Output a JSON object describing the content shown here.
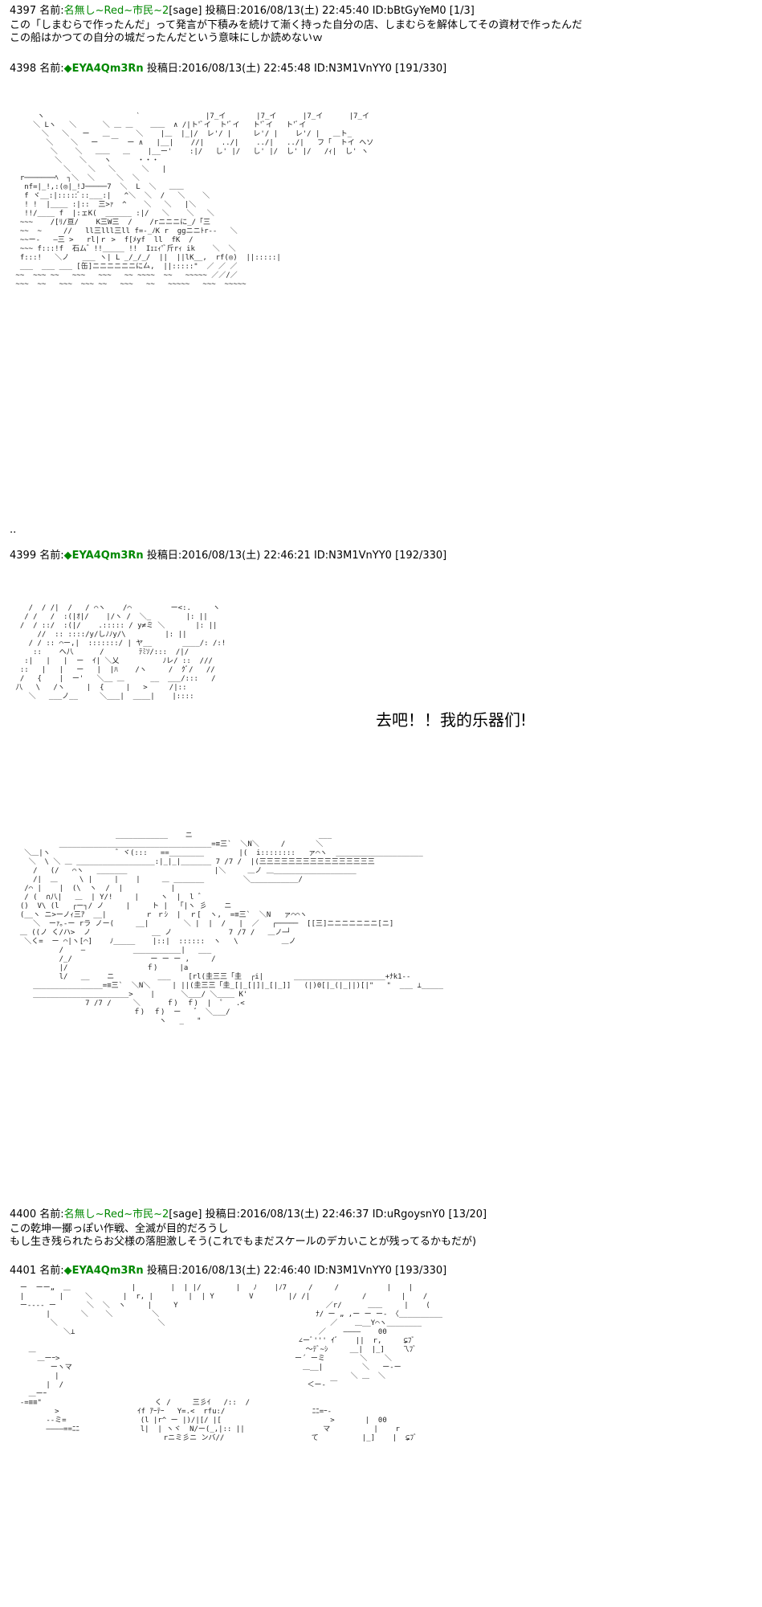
{
  "posts": [
    {
      "num": "4397",
      "label": "名前:",
      "name": "名無し~Red~市民~2",
      "mail": "[sage]",
      "date_label": "投稿日:",
      "date": "2016/08/13(土) 22:45:40",
      "id": "ID:bBtGyYeM0",
      "count": "[1/3]",
      "lines": [
        "この「しまむらで作ったんだ」って発言が下積みを続けて漸く持った自分の店、しまむらを解体してその資材で作ったんだ",
        "この船はかつての自分の城だったんだという意味にしか読めないｗ"
      ]
    },
    {
      "num": "4398",
      "label": "名前:",
      "name": "◆EYA4Qm3Rn",
      "mail": "",
      "date_label": "投稿日:",
      "date": "2016/08/13(土) 22:45:48",
      "id": "ID:N3M1VnYY0",
      "count": "[191/330]"
    },
    {
      "num": "4399",
      "label": "名前:",
      "name": "◆EYA4Qm3Rn",
      "mail": "",
      "date_label": "投稿日:",
      "date": "2016/08/13(土) 22:46:21",
      "id": "ID:N3M1VnYY0",
      "count": "[192/330]",
      "speech": "去吧！！我的乐器们!"
    },
    {
      "num": "4400",
      "label": "名前:",
      "name": "名無し~Red~市民~2",
      "mail": "[sage]",
      "date_label": "投稿日:",
      "date": "2016/08/13(土) 22:46:37",
      "id": "ID:uRgoysnY0",
      "count": "[13/20]",
      "lines": [
        "この乾坤一擲っぽい作戦、全滅が目的だろうし",
        "もし生き残られたらお父様の落胆激しそう(これでもまだスケールのデカいことが残ってるかもだが)"
      ]
    },
    {
      "num": "4401",
      "label": "名前:",
      "name": "◆EYA4Qm3Rn",
      "mail": "",
      "date_label": "投稿日:",
      "date": "2016/08/13(土) 22:46:40",
      "id": "ID:N3M1VnYY0",
      "count": "[193/330]"
    }
  ],
  "separator": "..",
  "art": {
    "a1": "      ヽ                     `               |7_イ       |7_イ      |7_イ      |7_イ\n     ＼ Lヽ   ＼      ＼ ＿ ＿    ＿＿  ∧ /|ト'ﾞイ  ト'ﾞイ   ト'ﾞイ   ト'ﾞイ\n       ＼   ＼   ー   ＿      ＼    |＿  |_|/  レ'/ |     レ'/ |    レ'/ |   ＿ト_\n        ＼    ＼   ー   ￣  ー ∧   |__|    //|    ../|    ../|   ../|   フ「  トイ ヘソ\n         ＼    ＼   ＿＿   ＿    |__ー'    :|/   し' |/   し' |/  し' |/   /ｨ|  し' ヽ\n          ＼    ＼    ヽ      ・・・\n            ＼    ＼   ＼      ＼   |\n  r───────ﾍ  ┐＼  ＼     ＼  ＼\n   nf=|_!,:(◎|_!J─────7  ＼  L  ＼   ＿＿\n   f ヾ__:|:::::ﾞ::___:|   ^＼  ＼  /   ＼    ＼\n   ! !  |____ :|::  三>ｧ  ^    ＼   ＼   |＼\n   !!/____ f  |:ェK(  ______ :|/   ＼    ＼   ＼\n  ~~~    /[ﾘ/亘/    K三W三  /    /rニニニに_/「三\n  ~~  ~     //   ll三lll三ll f=-_ﾉK r  ggニニﾄr--   ＼\n  ~~ー-   ―三 >   rl|ｒ >  f[ﾒyf  ll  fK  /\n  ~~~ f:::!f  石ム゛!!_____ !!  Iｪｪｨ'ﾞ斤rｨ ik    ＼  ＼\n  f:::!   ＼ノ   ___ ヽ| L _/_/_/  ||  ||lK__,  rf(◎)  ||:::::|\n  ___  ___ ___ [缶]ニニニニニニに厶,  ||:::::\"  ／ ／ ／\n ~~  ~~~ ~~   ~~~   ~~~   ~~ ~~~~  ~~   ~~~~~ ／／/／ \n ~~~  ~~   ~~~  ~~~ ~~   ~~~   ~~   ~~~~~   ~~~  ~~~~~",
    "a2": "    /  / /|  /   / ⌒ヽ    /⌒         ー<:.     ヽ\n   / /   /  :(|ｵ|/    |/ヽ /  ＼_        |: ||\n  /  / ::/  :(|/    .::::: / y≠ミ ＼       |: ||\n      //  :: ::::/y/しﾉﾉy/\\         |: ||\n    / / :: ⌒ー,|  :::::::/ | ヤ__       ____/: /:!\n     ::    ヘ八      /        ﾃﾐｿ/:::  /|/\n   :|   |   |  ー  ｲ| ＼乂          ﾉレ/ ::  ///\n  ::   |   |   ー   |  |ﾊ    /ヽ     /  ｸﾞ/   //\n  /   {    |  ー'   ＼__ ＿      __  ___/:::   /\n 八   \\   /ヽ     |  {     |   >     /|::\n    ＼   ___ノ__     ＼___|  ____|    |::::",
    "a3": "                        ____________    ニ                             ___\n           ___________________________________=≡三`  ＼N＼     /       ＼\n   ＼＿|ヽ               ゛ヾ(:::   ==________        |(  i::::::::   ァ⌒ヽ  ____________________\n    ＼  \\ ＼ ＿ __________________:|_|_|_______ 7 /7 /  |(三三三三三三三三三三三三三三三三\n     /   (/   ⌒ヽ   _______                    |＼     ＿ノ ＿___________________\n     /|  ＿     \\ |     |    |     ＿ _______         ＼___________/\n   /⌒ |    |  (\\  ヽ  /  |           |\n   / (  ∩八|   ＿  | Y/!     |     ヽ  |  l ゛\n  ()  V\\ (l   ┌ー┐/ ノ     |     ト |  「|ヽ 彡    ニ\n  (__ヽ ニ>ーノｨ三ｱ  __|         ｒ ｒｼ  |  ｒ[  ヽ,  =≡三`  ＼N   ァ⌒⌒ヽ\n     ＼  ーｧ｡-ー rラ ノー(     __|        ＼ |  |  /   |  ／   ┌─────  [[三]ニニニニニニニ[ニ]\n  ＿ ((ノ く/ハ>  ノ              __ ノ             7 /7 /   ＿ノ─┘\n   ＼く=  ー ⌒|ヽ[⌒]    ﾉ_____    |::|  ::::::  ヽ   \\          ＿ノ\n           /    ―           ___________|   ___\n           /_/                  ー ー ー ,     /\n           |/                  ｆ)     |a\n           l/   __    ニ          ___    [rl(圭三三「圭  ┌i|       _____________________+ﾅk1--\n     ________________=≡三`  ＼N＼     | ||(圭三三「圭_[|_[|]|_[|_]]   (|)0[|_(|_||)[|\"   \"  ___ ⊥_____\n     ______________________>    |      ＼___/ ＼____ K'\n                 7 /7 /     ＼      ｆ)  ｆ)  |  ゜  .<\n                            ｆ)  ｆ)  ー   ゛ ＼___/\n                                  ヽ   _   \"",
    "a4": "  ー  ーー„  ＿              |        |  | |/        |   ﾉ    |ﾉ7     /     /           |    |\n  |        |     ＼       |  r, |        |  | Y        V        |/ /|            /        |    /\n  ー---- ー       ＼  ＼  ヽ     |     Y                                  ／r/      ＿＿     |    (\n        |       ＼    ＼         ＼                                    ﾅ/ ー „ ,ー ー ー‐ 〈__________\n         ＼                       ＼                                      ／    ＿__Y⌒ヽ________\n            ＼⊥                                                        ／    ――――    00\n                                                                  ∠ーﾞ''' ｲﾞ    ||  r,     ⊊ﾌﾞ\n    ＿                                                              ～ﾃﾞ~ｼ     __|  |_]    乁ﾌﾞ\n      ＿ーｰ>                                                      ー´ ーミ        ＼    ＼\n         ーヽマ                                                     ＿__|         ＼   ー‐ー\n          |                                                                   ＼ ＿  ＼\n        |  /                                                        ＜ー‐ ￣\n    ＿ーｰ\n  -=≡≡\"                          く /     三彡ｲ   /::  /\n          >                  ｲf ｱｰﾃｰ   Y=.<  rfu:/                    ﾆﾆ=ｰ-\n        --ミ=                 (l |r^ ー |)/|[/ |[                         >       |  00\n        ――――==ﾆﾆ              l|  | ヽヾ  N/ー(_,|:: ||                  マ          |    r\n                                   rニミ彡ニ ンバ//                    て          |_]    |  ⊊ﾌﾞ"
  }
}
